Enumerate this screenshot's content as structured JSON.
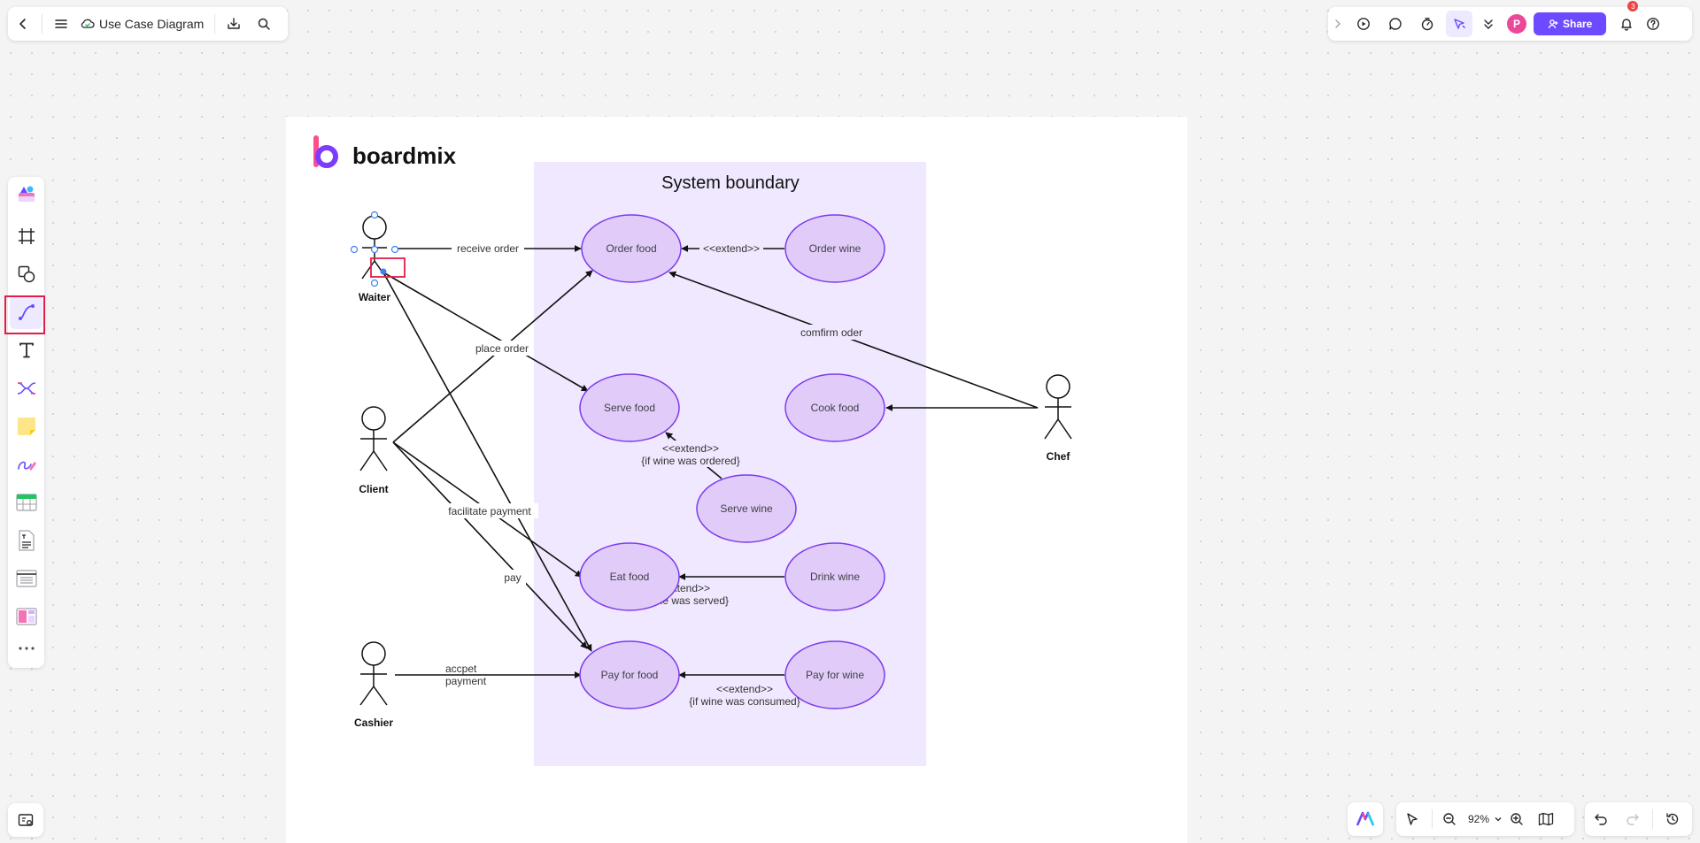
{
  "topbar": {
    "doc_title": "Use Case Diagram",
    "share_label": "Share",
    "avatar_initial": "P",
    "notification_count": "3"
  },
  "zoom": {
    "level": "92%"
  },
  "colors": {
    "accent": "#6d4aff",
    "boundary_fill": "#f0e8fe",
    "usecase_fill": "#e1ccf9",
    "usecase_stroke": "#7c3aed",
    "selection_box": "#e11d48",
    "selection_handle": "#3b82f6"
  },
  "board": {
    "logo_text": "boardmix",
    "boundary_title": "System boundary"
  },
  "actors": {
    "waiter": "Waiter",
    "client": "Client",
    "cashier": "Cashier",
    "chef": "Chef"
  },
  "usecases": {
    "order_food": "Order food",
    "order_wine": "Order wine",
    "serve_food": "Serve food",
    "cook_food": "Cook food",
    "serve_wine": "Serve wine",
    "eat_food": "Eat food",
    "drink_wine": "Drink wine",
    "pay_food": "Pay for food",
    "pay_wine": "Pay for wine"
  },
  "labels": {
    "receive_order": "receive order",
    "extend": "<<extend>>",
    "confirm_order": "comfirm oder",
    "place_order": "place order",
    "extend_serve_wine_1": "<<extend>>",
    "extend_serve_wine_2": "{if wine was ordered}",
    "facilitate_payment": "facilitate payment",
    "pay": "pay",
    "extend_drink_1": "<<extend>>",
    "extend_drink_2": "{if wine was served}",
    "accept_payment_1": "accpet",
    "accept_payment_2": "payment",
    "extend_pay_wine_1": "<<extend>>",
    "extend_pay_wine_2": "{if wine was consumed}"
  },
  "icons": {
    "back": "chevron-left-icon",
    "menu": "hamburger-menu-icon",
    "cloud": "cloud-saved-icon",
    "download": "download-icon",
    "search": "search-icon",
    "expand": "chevron-right-icon",
    "present": "play-icon",
    "comment": "comment-icon",
    "timer": "timer-icon",
    "cursor": "cursor-share-icon",
    "more": "double-chevron-down-icon",
    "bell": "bell-icon",
    "help": "help-icon"
  }
}
